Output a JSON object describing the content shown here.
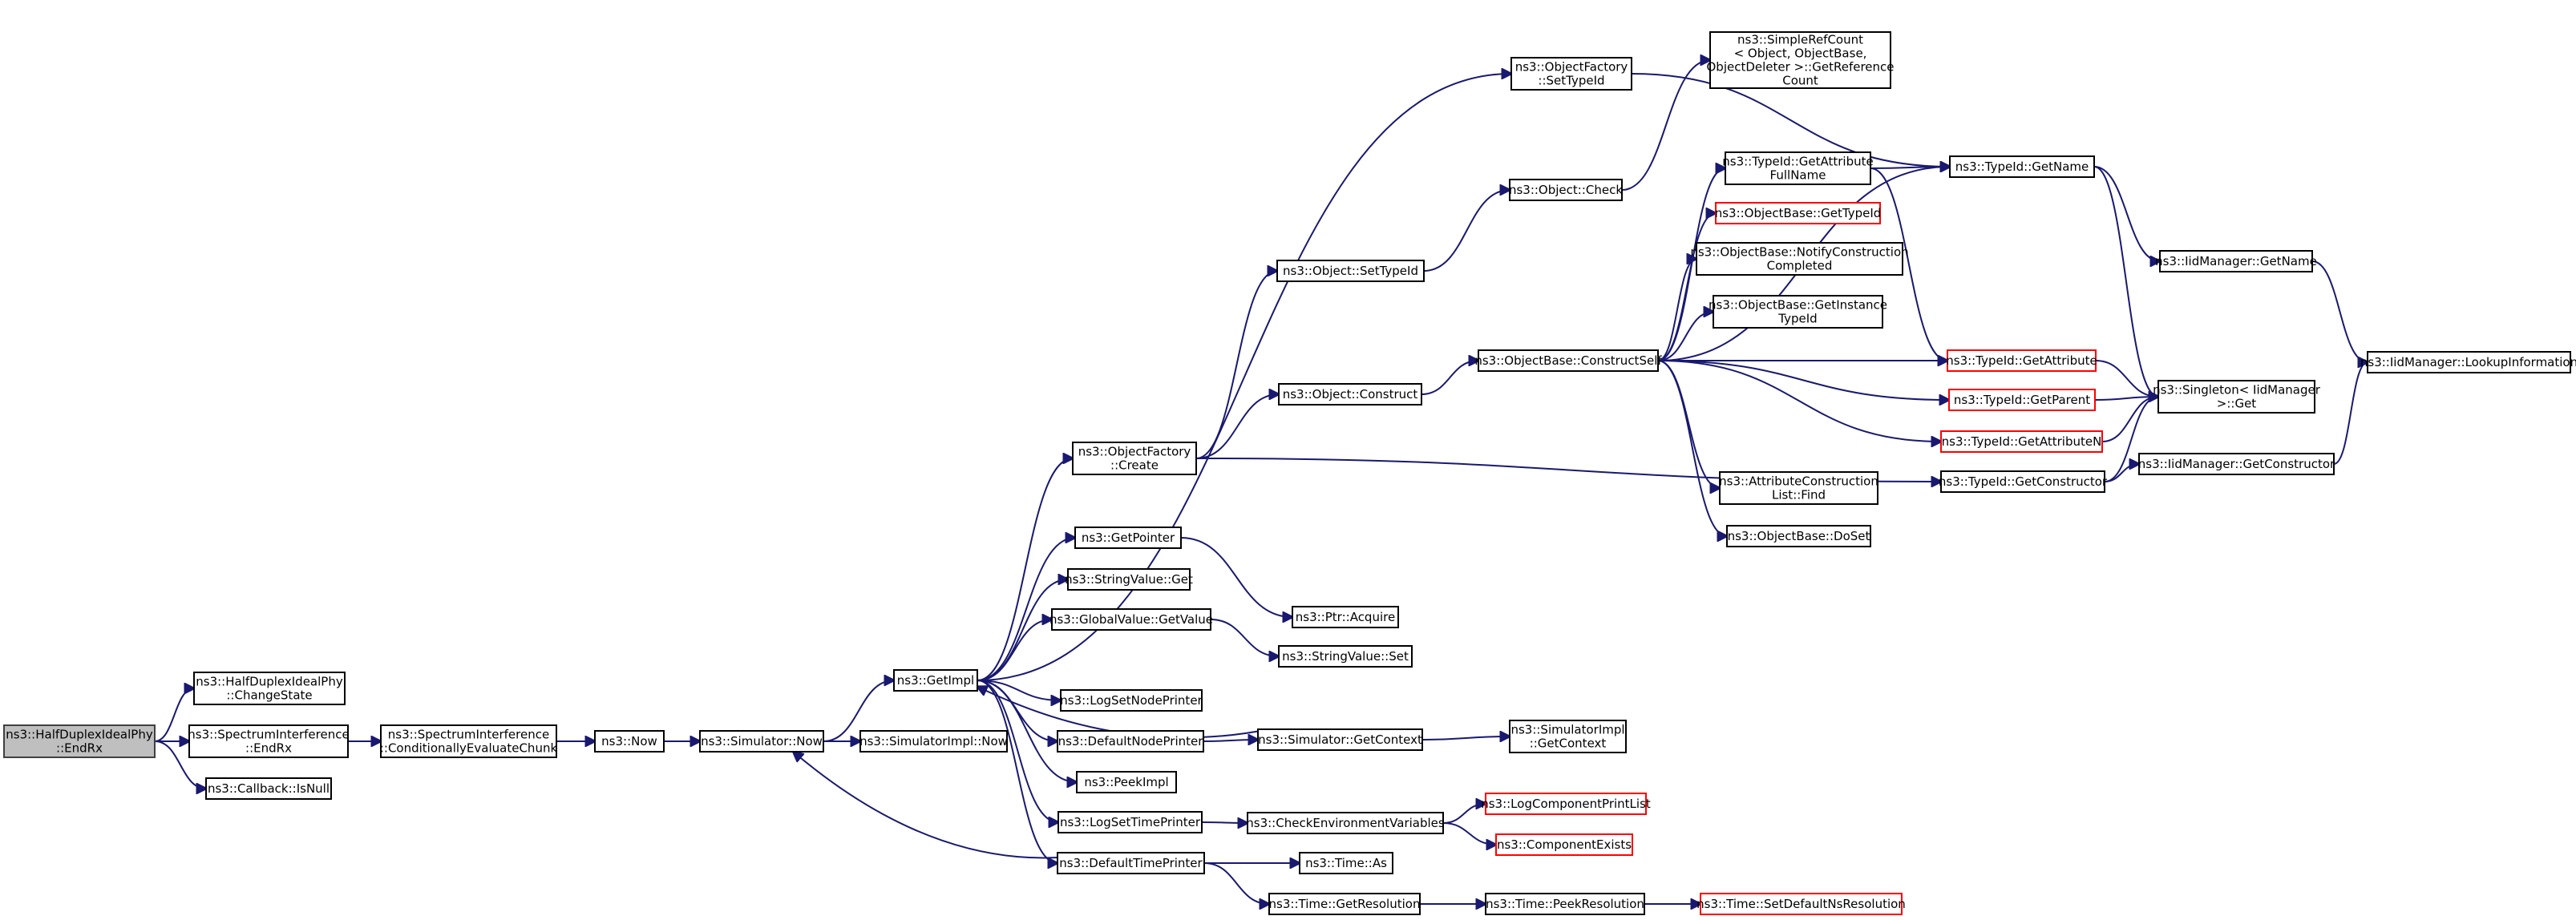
{
  "colors": {
    "edge": "#191970",
    "node_border": "#000000",
    "truncated_border": "#ff0000",
    "root_fill": "#bfbfbf",
    "root_border": "#404040",
    "background": "#ffffff"
  },
  "nodes": [
    {
      "id": "endrx",
      "lines": [
        "ns3::HalfDuplexIdealPhy",
        "::EndRx"
      ],
      "kind": "root"
    },
    {
      "id": "changestate",
      "lines": [
        "ns3::HalfDuplexIdealPhy",
        "::ChangeState"
      ],
      "kind": "normal"
    },
    {
      "id": "si_endrx",
      "lines": [
        "ns3::SpectrumInterference",
        "::EndRx"
      ],
      "kind": "normal"
    },
    {
      "id": "isnull",
      "lines": [
        "ns3::Callback::IsNull"
      ],
      "kind": "normal"
    },
    {
      "id": "condeval",
      "lines": [
        "ns3::SpectrumInterference",
        "::ConditionallyEvaluateChunk"
      ],
      "kind": "normal"
    },
    {
      "id": "now",
      "lines": [
        "ns3::Now"
      ],
      "kind": "normal"
    },
    {
      "id": "simnow",
      "lines": [
        "ns3::Simulator::Now"
      ],
      "kind": "normal"
    },
    {
      "id": "simimplnow",
      "lines": [
        "ns3::SimulatorImpl::Now"
      ],
      "kind": "normal"
    },
    {
      "id": "getimpl",
      "lines": [
        "ns3::GetImpl"
      ],
      "kind": "normal"
    },
    {
      "id": "objfactcreate",
      "lines": [
        "ns3::ObjectFactory",
        "::Create"
      ],
      "kind": "normal"
    },
    {
      "id": "getpointer",
      "lines": [
        "ns3::GetPointer"
      ],
      "kind": "normal"
    },
    {
      "id": "strvalget",
      "lines": [
        "ns3::StringValue::Get"
      ],
      "kind": "normal"
    },
    {
      "id": "gvgetvalue",
      "lines": [
        "ns3::GlobalValue::GetValue"
      ],
      "kind": "normal"
    },
    {
      "id": "logsetnode",
      "lines": [
        "ns3::LogSetNodePrinter"
      ],
      "kind": "normal"
    },
    {
      "id": "defnodeprinter",
      "lines": [
        "ns3::DefaultNodePrinter"
      ],
      "kind": "normal"
    },
    {
      "id": "peekimpl",
      "lines": [
        "ns3::PeekImpl"
      ],
      "kind": "normal"
    },
    {
      "id": "logsettime",
      "lines": [
        "ns3::LogSetTimePrinter"
      ],
      "kind": "normal"
    },
    {
      "id": "deftimeprinter",
      "lines": [
        "ns3::DefaultTimePrinter"
      ],
      "kind": "normal"
    },
    {
      "id": "objfactsettypeid",
      "lines": [
        "ns3::ObjectFactory",
        "::SetTypeId"
      ],
      "kind": "normal"
    },
    {
      "id": "objsettypeid",
      "lines": [
        "ns3::Object::SetTypeId"
      ],
      "kind": "normal"
    },
    {
      "id": "objconstruct",
      "lines": [
        "ns3::Object::Construct"
      ],
      "kind": "normal"
    },
    {
      "id": "objcheck",
      "lines": [
        "ns3::Object::Check"
      ],
      "kind": "normal"
    },
    {
      "id": "ptracquire",
      "lines": [
        "ns3::Ptr::Acquire"
      ],
      "kind": "normal"
    },
    {
      "id": "strvalset",
      "lines": [
        "ns3::StringValue::Set"
      ],
      "kind": "normal"
    },
    {
      "id": "simgetcontext",
      "lines": [
        "ns3::Simulator::GetContext"
      ],
      "kind": "normal"
    },
    {
      "id": "checkenv",
      "lines": [
        "ns3::CheckEnvironmentVariables"
      ],
      "kind": "normal"
    },
    {
      "id": "timeas",
      "lines": [
        "ns3::Time::As"
      ],
      "kind": "normal"
    },
    {
      "id": "timegetres",
      "lines": [
        "ns3::Time::GetResolution"
      ],
      "kind": "normal"
    },
    {
      "id": "simplrefcount",
      "lines": [
        "ns3::SimpleRefCount",
        "< Object, ObjectBase,",
        " ObjectDeleter >::GetReference",
        "Count"
      ],
      "kind": "normal"
    },
    {
      "id": "obconstructself",
      "lines": [
        "ns3::ObjectBase::ConstructSelf"
      ],
      "kind": "normal"
    },
    {
      "id": "simimplgetctx",
      "lines": [
        "ns3::SimulatorImpl",
        "::GetContext"
      ],
      "kind": "normal"
    },
    {
      "id": "logcompprint",
      "lines": [
        "ns3::LogComponentPrintList"
      ],
      "kind": "trunc"
    },
    {
      "id": "compexists",
      "lines": [
        "ns3::ComponentExists"
      ],
      "kind": "trunc"
    },
    {
      "id": "timepeekres",
      "lines": [
        "ns3::Time::PeekResolution"
      ],
      "kind": "normal"
    },
    {
      "id": "timesetdefres",
      "lines": [
        "ns3::Time::SetDefaultNsResolution"
      ],
      "kind": "trunc"
    },
    {
      "id": "tidgetattrfull",
      "lines": [
        "ns3::TypeId::GetAttribute",
        "FullName"
      ],
      "kind": "normal"
    },
    {
      "id": "obgettypeid",
      "lines": [
        "ns3::ObjectBase::GetTypeId"
      ],
      "kind": "trunc"
    },
    {
      "id": "obnotify",
      "lines": [
        "ns3::ObjectBase::NotifyConstruction",
        "Completed"
      ],
      "kind": "normal"
    },
    {
      "id": "obgetinst",
      "lines": [
        "ns3::ObjectBase::GetInstance",
        "TypeId"
      ],
      "kind": "normal"
    },
    {
      "id": "attrconsfind",
      "lines": [
        "ns3::AttributeConstruction",
        "List::Find"
      ],
      "kind": "normal"
    },
    {
      "id": "obdoset",
      "lines": [
        "ns3::ObjectBase::DoSet"
      ],
      "kind": "normal"
    },
    {
      "id": "tidgetname",
      "lines": [
        "ns3::TypeId::GetName"
      ],
      "kind": "normal"
    },
    {
      "id": "tidgetattr",
      "lines": [
        "ns3::TypeId::GetAttribute"
      ],
      "kind": "trunc"
    },
    {
      "id": "tidgetparent",
      "lines": [
        "ns3::TypeId::GetParent"
      ],
      "kind": "trunc"
    },
    {
      "id": "tidgetattrn",
      "lines": [
        "ns3::TypeId::GetAttributeN"
      ],
      "kind": "trunc"
    },
    {
      "id": "tidgetctor",
      "lines": [
        "ns3::TypeId::GetConstructor"
      ],
      "kind": "normal"
    },
    {
      "id": "iidgetname",
      "lines": [
        "ns3::IidManager::GetName"
      ],
      "kind": "normal"
    },
    {
      "id": "singletonget",
      "lines": [
        "ns3::Singleton< IidManager",
        " >::Get"
      ],
      "kind": "normal"
    },
    {
      "id": "iidgetctor",
      "lines": [
        "ns3::IidManager::GetConstructor"
      ],
      "kind": "normal"
    },
    {
      "id": "iidlookup",
      "lines": [
        "ns3::IidManager::LookupInformation"
      ],
      "kind": "normal"
    }
  ],
  "edges": [
    [
      "endrx",
      "changestate"
    ],
    [
      "endrx",
      "si_endrx"
    ],
    [
      "endrx",
      "isnull"
    ],
    [
      "si_endrx",
      "condeval"
    ],
    [
      "condeval",
      "now"
    ],
    [
      "now",
      "simnow"
    ],
    [
      "simnow",
      "simimplnow"
    ],
    [
      "simnow",
      "getimpl"
    ],
    [
      "getimpl",
      "objfactsettypeid"
    ],
    [
      "getimpl",
      "objfactcreate"
    ],
    [
      "getimpl",
      "getpointer"
    ],
    [
      "getimpl",
      "strvalget"
    ],
    [
      "getimpl",
      "gvgetvalue"
    ],
    [
      "getimpl",
      "logsetnode"
    ],
    [
      "getimpl",
      "defnodeprinter"
    ],
    [
      "getimpl",
      "peekimpl"
    ],
    [
      "getimpl",
      "logsettime"
    ],
    [
      "getimpl",
      "deftimeprinter"
    ],
    [
      "objfactcreate",
      "objsettypeid"
    ],
    [
      "objfactcreate",
      "objconstruct"
    ],
    [
      "objfactcreate",
      "tidgetctor"
    ],
    [
      "objfactsettypeid",
      "tidgetname"
    ],
    [
      "objsettypeid",
      "objcheck"
    ],
    [
      "objcheck",
      "simplrefcount"
    ],
    [
      "objconstruct",
      "obconstructself"
    ],
    [
      "getpointer",
      "ptracquire"
    ],
    [
      "gvgetvalue",
      "strvalset"
    ],
    [
      "defnodeprinter",
      "simgetcontext"
    ],
    [
      "simgetcontext",
      "simimplgetctx"
    ],
    [
      "simgetcontext",
      "getimpl"
    ],
    [
      "logsettime",
      "checkenv"
    ],
    [
      "checkenv",
      "logcompprint"
    ],
    [
      "checkenv",
      "compexists"
    ],
    [
      "deftimeprinter",
      "simnow"
    ],
    [
      "deftimeprinter",
      "timeas"
    ],
    [
      "deftimeprinter",
      "timegetres"
    ],
    [
      "timegetres",
      "timepeekres"
    ],
    [
      "timepeekres",
      "timesetdefres"
    ],
    [
      "obconstructself",
      "tidgetname"
    ],
    [
      "obconstructself",
      "tidgetattrfull"
    ],
    [
      "obconstructself",
      "obgettypeid"
    ],
    [
      "obconstructself",
      "obnotify"
    ],
    [
      "obconstructself",
      "obgetinst"
    ],
    [
      "obconstructself",
      "tidgetattr"
    ],
    [
      "obconstructself",
      "tidgetparent"
    ],
    [
      "obconstructself",
      "tidgetattrn"
    ],
    [
      "obconstructself",
      "attrconsfind"
    ],
    [
      "obconstructself",
      "obdoset"
    ],
    [
      "tidgetattrfull",
      "tidgetname"
    ],
    [
      "tidgetattrfull",
      "tidgetattr"
    ],
    [
      "tidgetname",
      "iidgetname"
    ],
    [
      "tidgetname",
      "singletonget"
    ],
    [
      "tidgetattr",
      "singletonget"
    ],
    [
      "tidgetparent",
      "singletonget"
    ],
    [
      "tidgetattrn",
      "singletonget"
    ],
    [
      "tidgetctor",
      "singletonget"
    ],
    [
      "tidgetctor",
      "iidgetctor"
    ],
    [
      "iidgetname",
      "iidlookup"
    ],
    [
      "iidgetctor",
      "iidlookup"
    ]
  ]
}
